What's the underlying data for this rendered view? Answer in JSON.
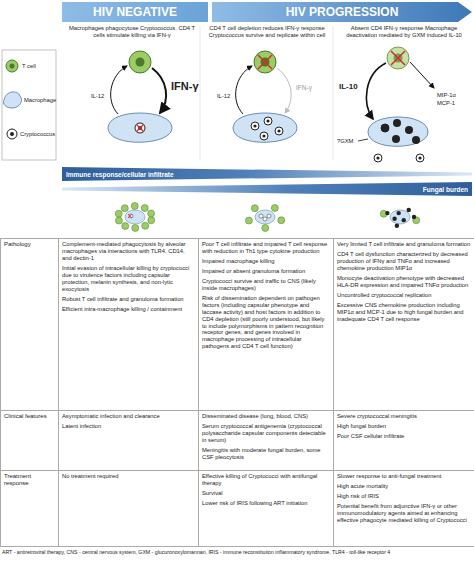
{
  "diagram": {
    "nodes": [
      {
        "text": [
          "HIV NEGATIVE"
        ]
      },
      {
        "text": [
          "HIV PROGRESSION"
        ]
      },
      {
        "text": [
          "Immune response/cellular infiltrate"
        ]
      },
      {
        "text": [
          "Fungal burden"
        ]
      }
    ],
    "labels": [
      "Macrophages phagocytose Cryptococcus. CD4 T cells stimulate killing via IFN-γ",
      "CD4 T cell depletion reduces IFN-γ response Cryptococcus survive and replicate within cell",
      "Absent CD4 IFN-γ response Macrophage deactivation mediated by GXM induced IL-10",
      "IL-12",
      "IFN-γ",
      "IL-12",
      "IFN-γ",
      "IL-10",
      "MIP-1α",
      "MCP-1",
      "?GXM",
      "Pathology",
      "Clinical features",
      "Treatment response",
      "Complement-mediated phagocytosis by alveolar macrophages via interactions with TLR4, CD14, and dectin-1",
      "Initial evasion of intracellular killing by cryptococci due to virulence factors including capsular protection, melanin synthesis, and non-lytic exocytosis",
      "Robust T cell infiltrate and granuloma formation",
      "Efficient intra-macrophage killing / containment",
      "Poor T cell infiltrate and impaired T cell response with reduction in Th1 type cytokine production",
      "Impaired macrophage killing",
      "Impaired or absent granuloma formation",
      "Cryptococci survive and traffic to CNS (likely inside macrophages)",
      "Risk of dissemination dependent on pathogen factors (including capsular phenotype and laccase activity) and host factors in addition to CD4 depletion (still poorly understood, but likely to include polymorphisms in pattern recognition receptor genes, and genes involved in macrophage processing of intracellular pathogens and CD4 T cell function)",
      "Very limited T cell infiltrate and granuloma formation",
      "CD4 T cell dysfunction characterized by decreased production of IFNγ and TNFα and increased chemokine production MIP1α",
      "Monocyte deactivation phenotype with decreased HLA-DR expression and impaired TNFα production",
      "Uncontrolled cryptococcal replication",
      "Excessive CNS chemokine production including MIP1α and MCP-1 due to high fungal burden and inadequate CD4 T cell response",
      "Asymptomatic infection and clearance",
      "Latent infection",
      "Disseminated disease (lung, blood, CNS)",
      "Serum cryptococcal antigenemia (cryptococcal polysaccharide capsular components detectable in serum)",
      "Meningitis with moderate fungal burden, some CSF pleocytosis",
      "Severe cryptococcal meningitis",
      "High fungal burden",
      "Poor CSF cellular infiltrate",
      "No treatment required",
      "Effective killing of Cryptococci with antifungal therapy",
      "Survival",
      "Lower risk of IRIS following ART initiation",
      "Slower response to anti-fungal treatment",
      "High acute mortality",
      "High risk of IRIS",
      "Potential benefit from adjunctive IFN-γ or other immunomodulatory agents aimed at enhancing effective phagocyte mediated killing of Cryptococci",
      "ART - antiretroviral therapy, CNS - central nervous system, GXM - glucuronoxylomannan, IRIS - immune reconstitution inflammatory syndrome, TLR4 - toll-like receptor 4"
    ],
    "legend": [
      {
        "text": "T cell"
      },
      {
        "text": "Macrophage"
      },
      {
        "text": "Cryptococcus"
      }
    ]
  }
}
